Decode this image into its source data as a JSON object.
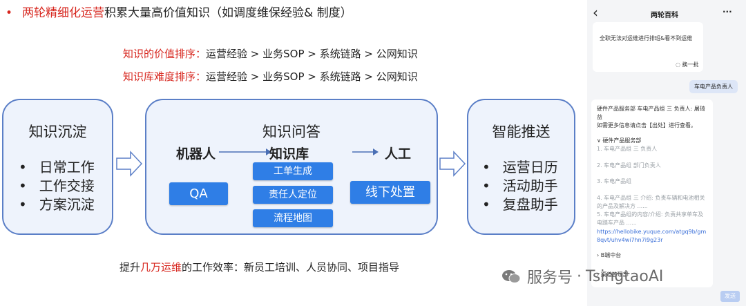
{
  "title": {
    "bullet": "•",
    "highlight": "两轮精细化运营",
    "rest": "积累大量高价值知识（如调度维保经验& 制度）"
  },
  "sort_value": {
    "label": "知识的价值排序：",
    "text": "运营经验 > 业务SOP > 系统链路 > 公网知识"
  },
  "sort_difficulty": {
    "label": "知识库难度排序：",
    "text": "运营经验 > 业务SOP > 系统链路 > 公网知识"
  },
  "left_box": {
    "title": "知识沉淀",
    "items": [
      "日常工作",
      "工作交接",
      "方案沉淀"
    ]
  },
  "center_box": {
    "title": "知识问答",
    "flow": {
      "robot": "机器人",
      "kb": "知识库",
      "human": "人工"
    },
    "qa_button": "QA",
    "sub_buttons": [
      "工单生成",
      "责任人定位",
      "流程地图"
    ],
    "offline_button": "线下处置"
  },
  "right_box": {
    "title": "智能推送",
    "items": [
      "运营日历",
      "活动助手",
      "复盘助手"
    ]
  },
  "footer": {
    "prefix": "提升",
    "highlight": "几万运维",
    "rest": "的工作效率：新员工培训、人员协同、项目指导"
  },
  "chat": {
    "header_title": "两轮百科",
    "back_icon": "‹",
    "more_icon": "···",
    "top_bubble_text": "全职无法对运维进行排班&看不到运维",
    "refresh": "换一批",
    "user_msg": "车电产品负责人",
    "answer_line1": "硬件产品服务部 车电产品组 三 负责人: 屠琦益",
    "answer_line2": "如需更多信息请点击【出处】进行查看。",
    "section": "硬件产品服务部",
    "entries": [
      "1. 车电产品组 三 负责人",
      "2. 车电产品组 部门负责人",
      "3. 车电产品组",
      "4. 车电产品组 三 介绍: 负责车辆和电池相关的产品及解决方 ......",
      "5. 车电产品组的内容/介绍: 负责共享单车及电踏车产品 ......"
    ],
    "link": "https://hellobike.yuque.com/atgq9b/gm8qvt/uhv4wi7hn7i9g23r",
    "sub1": "B端中台",
    "sub2": "渠道管理部",
    "send": "发送"
  },
  "watermark": {
    "prefix": "服务号",
    "sep": "·",
    "name": "TsingtaoAI"
  },
  "colors": {
    "red": "#d7261e",
    "blue_button": "#2f7ee6",
    "box_border": "#5b7fc7",
    "box_fill": "#eef3fc"
  }
}
